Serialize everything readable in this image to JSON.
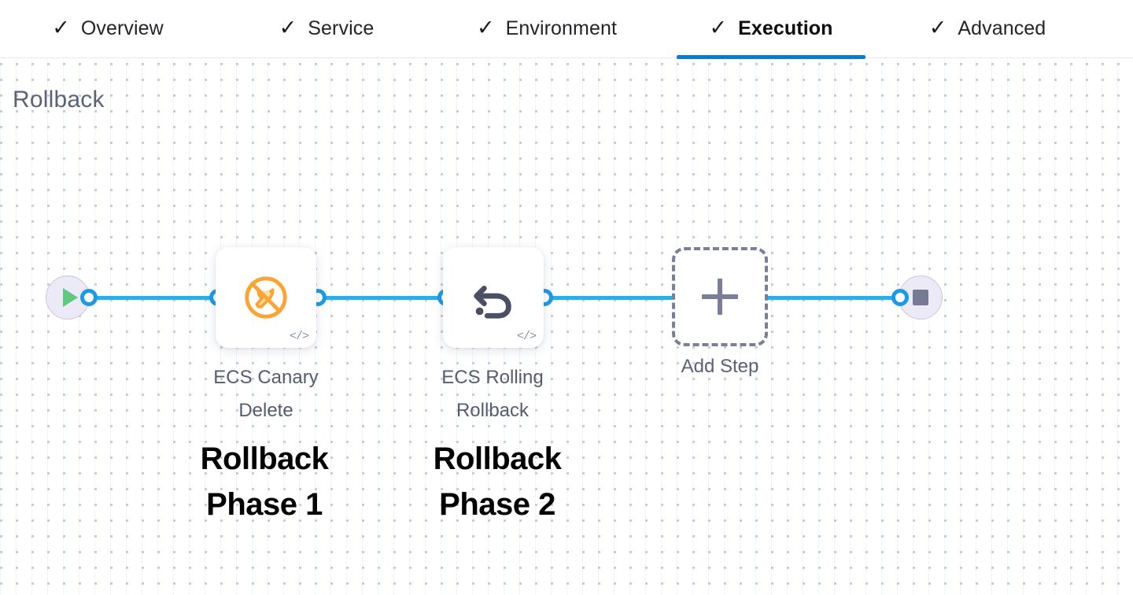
{
  "tabs": [
    {
      "label": "Overview",
      "icon": "check-icon",
      "active": false
    },
    {
      "label": "Service",
      "icon": "check-icon",
      "active": false
    },
    {
      "label": "Environment",
      "icon": "check-icon",
      "active": false
    },
    {
      "label": "Execution",
      "icon": "check-icon",
      "active": true
    },
    {
      "label": "Advanced",
      "icon": "check-icon",
      "active": false
    }
  ],
  "tab_check_glyph": "✓",
  "section": {
    "title": "Rollback"
  },
  "pipeline": {
    "start_node": {
      "name": "start-node",
      "icon": "play-icon"
    },
    "end_node": {
      "name": "end-node",
      "icon": "stop-icon"
    },
    "steps": [
      {
        "label_line1": "ECS Canary",
        "label_line2": "Delete",
        "icon": "ecs-canary-delete-icon",
        "code_badge": "</>"
      },
      {
        "label_line1": "ECS Rolling",
        "label_line2": "Rollback",
        "icon": "rollback-undo-icon",
        "code_badge": "</>"
      }
    ],
    "add_step": {
      "label": "Add Step",
      "icon": "plus-icon"
    }
  },
  "annotations": [
    {
      "line1": "Rollback",
      "line2": "Phase 1"
    },
    {
      "line1": "Rollback",
      "line2": "Phase 2"
    }
  ],
  "colors": {
    "accent_tab_underline": "#0b7ad1",
    "connector_blue": "#28b0ec",
    "canary_orange": "#FAA533",
    "rollback_icon_gray": "#4a4f63",
    "start_play_green": "#5ec97f",
    "stop_gray": "#767a92",
    "section_title": "#5b6178"
  }
}
